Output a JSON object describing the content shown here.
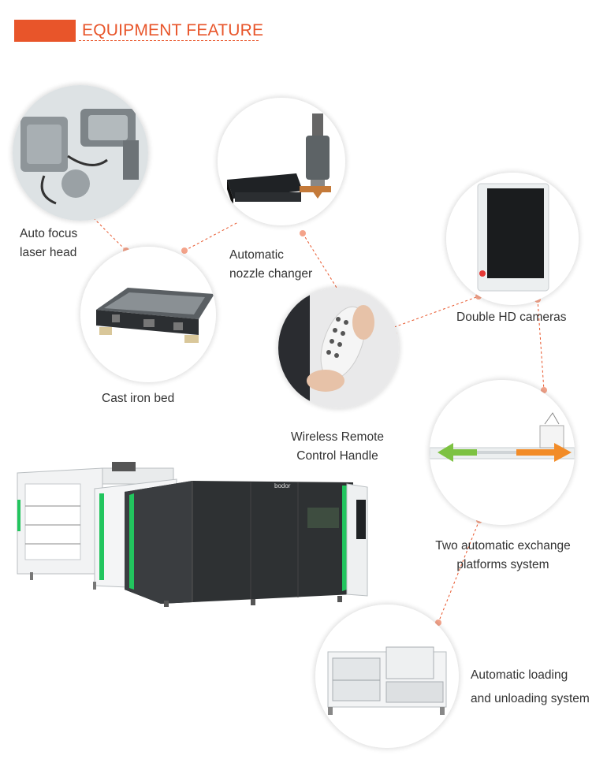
{
  "header": {
    "title": "EQUIPMENT FEATURE"
  },
  "colors": {
    "accent": "#e8552a",
    "laser_green": "#22c55e",
    "arrow_orange": "#f28c28"
  },
  "features": [
    {
      "id": "auto-focus",
      "line1": "Auto focus",
      "line2": "laser head",
      "icon": "laser-head-icon"
    },
    {
      "id": "nozzle",
      "line1": "Automatic",
      "line2": "nozzle changer",
      "icon": "nozzle-changer-icon"
    },
    {
      "id": "bed",
      "line1": "Cast iron bed",
      "icon": "cast-iron-bed-icon"
    },
    {
      "id": "cameras",
      "line1": "Double HD cameras",
      "icon": "camera-screen-icon"
    },
    {
      "id": "remote",
      "line1": "Wireless Remote",
      "line2": "Control Handle",
      "icon": "remote-handle-icon"
    },
    {
      "id": "platforms",
      "line1": "Two automatic exchange",
      "line2": "platforms system",
      "icon": "exchange-platform-icon"
    },
    {
      "id": "loading",
      "line1": "Automatic loading",
      "line2": "and unloading system",
      "icon": "loading-system-icon"
    }
  ],
  "machine": {
    "brand": "bodor",
    "icon": "laser-cutting-machine-icon"
  }
}
